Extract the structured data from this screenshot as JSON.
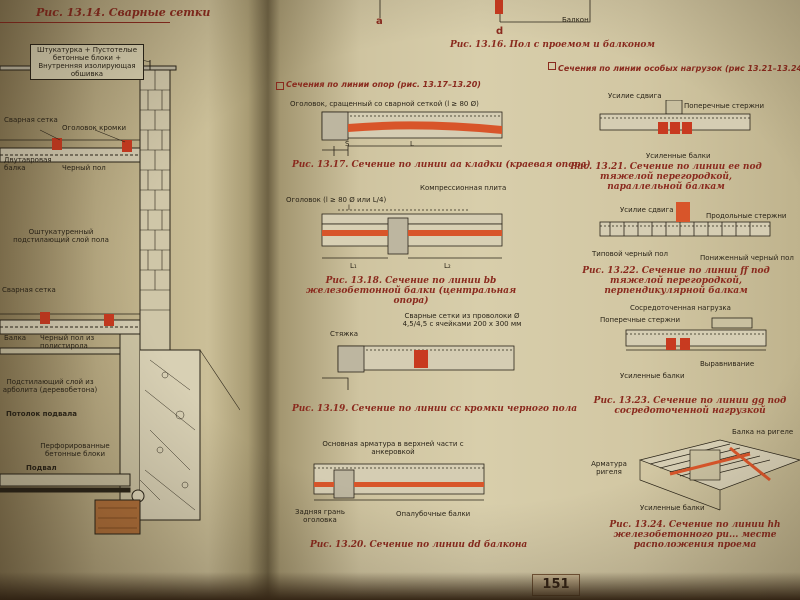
{
  "page_number": "151",
  "left_page": {
    "figure_caption": "Рис. 13.14. Сварные сетки",
    "labels": {
      "plaster_note": "Штукатурка + Пустотелые бетонные блоки + Внутренняя изолирующая обшивка",
      "welded_mesh_top": "Сварная сетка",
      "edge_curb": "Оголовок кромки",
      "ibeam": "Двутавровая балка",
      "subfloor": "Черный пол",
      "plastered_layer": "Оштукатуренный подстилающий слой пола",
      "welded_mesh_bottom": "Сварная сетка",
      "beam": "Балка",
      "subfloor_polystyrene": "Черный пол из полистирола",
      "underlay_arbolite": "Подстилающий слой из арболита (деревобетона)",
      "basement_ceiling": "Потолок подвала",
      "perforated_blocks": "Перфорированные бетонные блоки",
      "basement": "Подвал"
    }
  },
  "right_page": {
    "top_caption": "Рис. 13.16. Пол с проемом и балконом",
    "top_labels": {
      "a": "a",
      "d": "d",
      "balcony": "Балкон"
    },
    "left_column": {
      "section_heading": "Сечения по линии опор (рис. 13.17–13.20)",
      "fig17": {
        "label_curb": "Оголовок, сращенный со сварной сеткой (l ≥ 80 Ø)",
        "dim_s": "S",
        "dim_l": "L",
        "caption": "Рис. 13.17. Сечение по линии aa кладки (краевая опора)"
      },
      "fig18": {
        "label_curb": "Оголовок (l ≥ 80 Ø или L/4)",
        "label_plate": "Компрессионная плита",
        "dim_l": "l",
        "dim_l1": "L₁",
        "dim_l2": "L₂",
        "caption": "Рис. 13.18. Сечение по линии bb железобетонной балки (центральная опора)"
      },
      "fig19": {
        "label_screed": "Стяжка",
        "label_mesh": "Сварные сетки из проволоки Ø 4,5/4,5 с ячейками 200 х 300 мм",
        "caption": "Рис. 13.19. Сечение по линии cc кромки черного пола"
      },
      "fig20": {
        "label_rebar": "Основная арматура в верхней части с анкеровкой",
        "label_rear": "Задняя грань оголовка",
        "label_formwork": "Опалубочные балки",
        "caption": "Рис. 13.20. Сечение по линии dd балкона"
      }
    },
    "right_column": {
      "section_heading": "Сечения по линии особых нагрузок (рис 13.21–13.24)",
      "fig21": {
        "label_shear": "Усилие сдвига",
        "label_cross": "Поперечные стержни",
        "label_reinforced": "Усиленные балки",
        "caption": "Рис. 13.21. Сечение по линии ee под тяжелой перегородкой, параллельной балкам"
      },
      "fig22": {
        "label_shear": "Усилие сдвига",
        "label_long": "Продольные стержни",
        "label_typical": "Типовой черный пол",
        "label_lowered": "Пониженный черный пол",
        "caption": "Рис. 13.22. Сечение по линии ff под тяжелой перегородкой, перпендикулярной балкам"
      },
      "fig23": {
        "label_conc": "Сосредоточенная нагрузка",
        "label_cross": "Поперечные стержни",
        "label_level": "Выравнивание",
        "label_reinforced": "Усиленные балки",
        "caption": "Рис. 13.23. Сечение по линии gg под сосредоточенной нагрузкой"
      },
      "fig24": {
        "label_beam": "Балка на ригеле",
        "label_rebar": "Арматура ригеля",
        "label_reinforced": "Усиленные балки",
        "caption": "Рис. 13.24. Сечение по линии hh железобетонного ри... месте расположения проема"
      }
    }
  },
  "colors": {
    "caption_red": "#8a2a1e",
    "rebar_orange": "#d8552a",
    "concrete": "#bdb6a0",
    "line": "#2a2418"
  }
}
